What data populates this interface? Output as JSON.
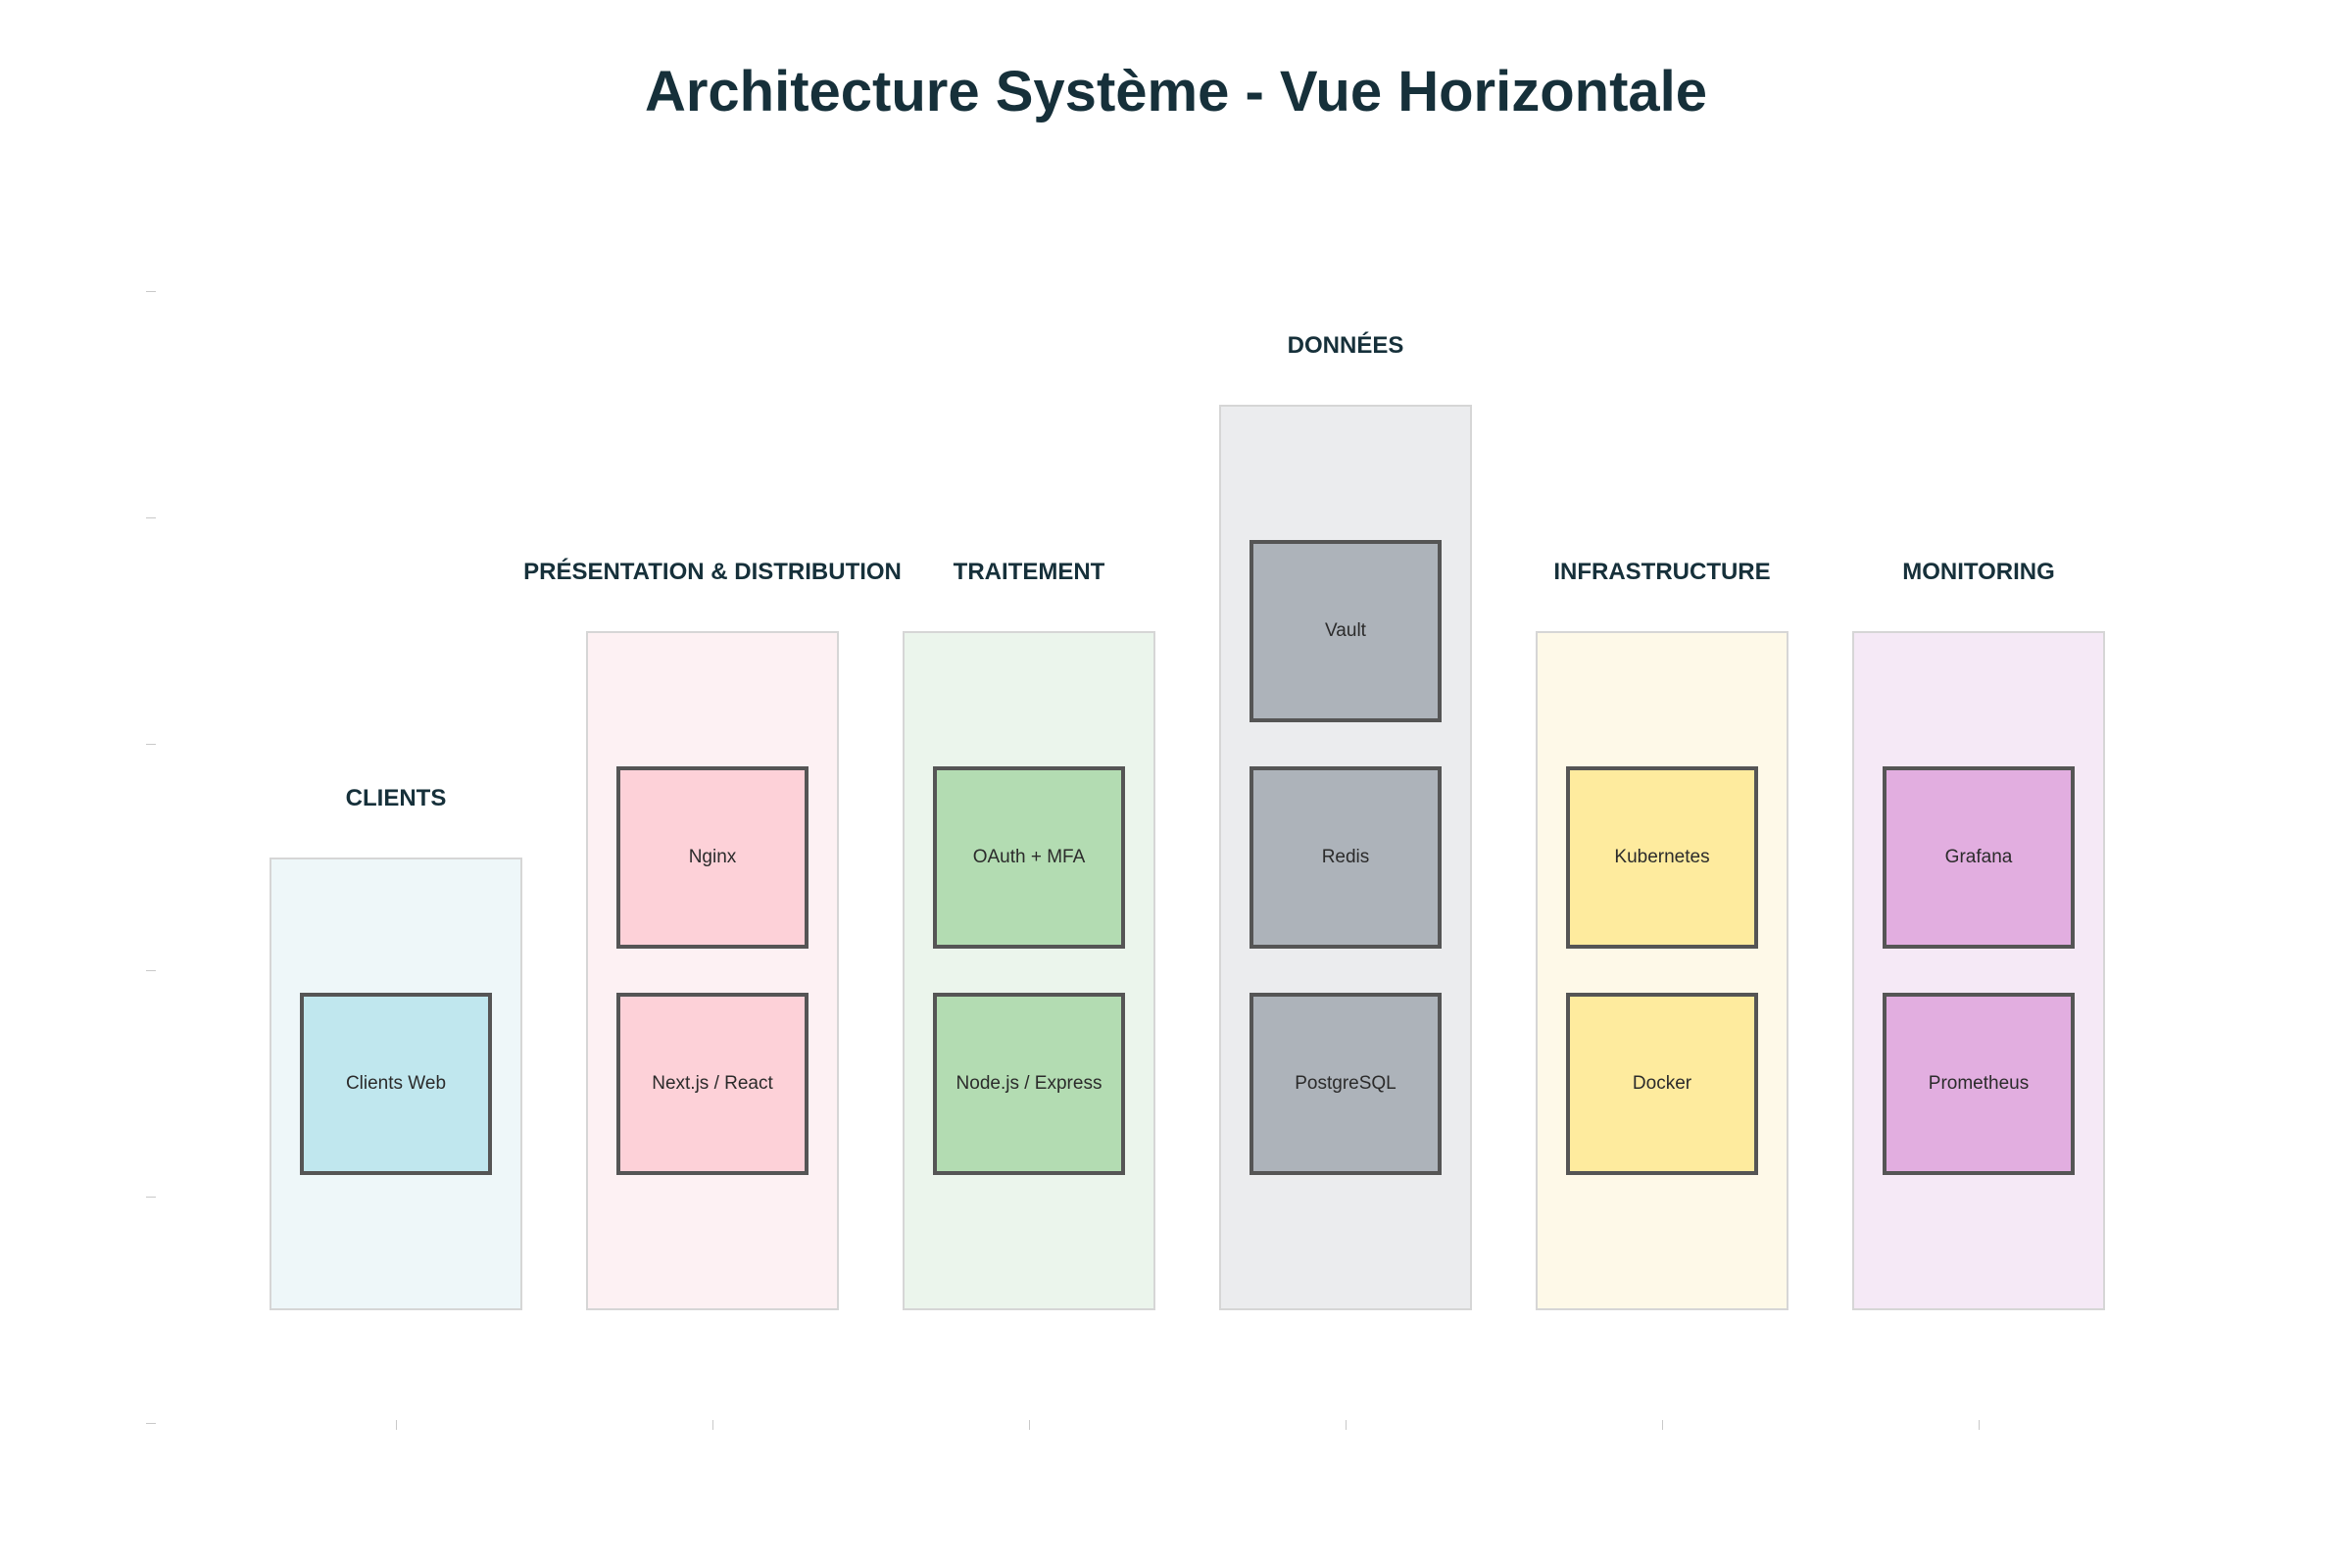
{
  "title": "Architecture Système - Vue Horizontale",
  "columns": [
    {
      "label": "CLIENTS",
      "bg": "#eef7f9",
      "node_color": "#c0e7ee",
      "nodes": [
        "Clients Web"
      ]
    },
    {
      "label": "PRÉSENTATION & DISTRIBUTION",
      "bg": "#fdf1f3",
      "node_color": "#fdd1d8",
      "nodes": [
        "Nginx",
        "Next.js / React"
      ]
    },
    {
      "label": "TRAITEMENT",
      "bg": "#ebf5ec",
      "node_color": "#b3dcb2",
      "nodes": [
        "OAuth + MFA",
        "Node.js / Express"
      ]
    },
    {
      "label": "DONNÉES",
      "bg": "#ebecee",
      "node_color": "#adb3ba",
      "nodes": [
        "Vault",
        "Redis",
        "PostgreSQL"
      ]
    },
    {
      "label": "INFRASTRUCTURE",
      "bg": "#fef9e8",
      "node_color": "#feeb9e",
      "nodes": [
        "Kubernetes",
        "Docker"
      ]
    },
    {
      "label": "MONITORING",
      "bg": "#f5e9f6",
      "node_color": "#e2aee0",
      "nodes": [
        "Grafana",
        "Prometheus"
      ]
    }
  ]
}
